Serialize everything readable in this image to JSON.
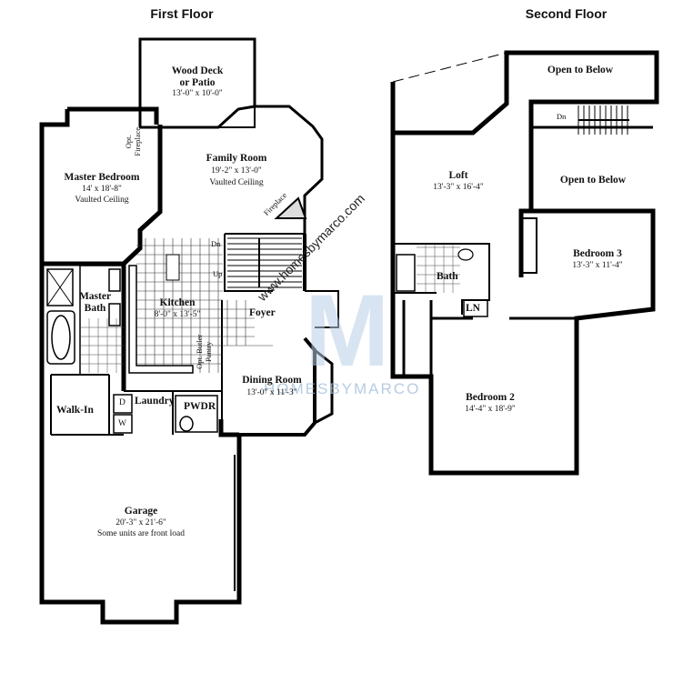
{
  "floors": {
    "first": {
      "title": "First Floor"
    },
    "second": {
      "title": "Second Floor"
    }
  },
  "first_floor_rooms": {
    "wood_deck": {
      "name": "Wood Deck\nor Patio",
      "name_line1": "Wood Deck",
      "name_line2": "or Patio",
      "dims": "13'-0\" x 10'-0\""
    },
    "family_room": {
      "name": "Family Room",
      "dims": "19'-2\" x 13'-0\"",
      "note": "Vaulted Ceiling"
    },
    "master_bedroom": {
      "name": "Master Bedroom",
      "dims": "14' x 18'-8\"",
      "note": "Vaulted Ceiling"
    },
    "master_bath": {
      "name_line1": "Master",
      "name_line2": "Bath"
    },
    "kitchen": {
      "name": "Kitchen",
      "dims": "8'-0\" x 13'-5\""
    },
    "foyer": {
      "name": "Foyer"
    },
    "dining_room": {
      "name": "Dining Room",
      "dims": "13'-0\" x 11'-3\""
    },
    "walk_in": {
      "name": "Walk-In"
    },
    "laundry": {
      "name": "Laundry",
      "washer": "W",
      "dryer": "D"
    },
    "powder": {
      "name": "PWDR"
    },
    "garage": {
      "name": "Garage",
      "dims": "20'-3\" x 21'-6\"",
      "note": "Some units are front load"
    }
  },
  "first_floor_labels": {
    "opt_fireplace": "Opt.\nFireplace",
    "opt_fireplace_l1": "Opt.",
    "opt_fireplace_l2": "Fireplace",
    "fireplace": "Fireplace",
    "stairs_down": "Dn",
    "stairs_up": "Up",
    "butler_pantry_l1": "Opt. Butler",
    "butler_pantry_l2": "Pantry"
  },
  "second_floor_rooms": {
    "open_to_below_top": {
      "name": "Open to Below"
    },
    "open_to_below_mid": {
      "name": "Open to Below"
    },
    "loft": {
      "name": "Loft",
      "dims": "13'-3\" x 16'-4\""
    },
    "bedroom3": {
      "name": "Bedroom 3",
      "dims": "13'-3\" x 11'-4\""
    },
    "bath": {
      "name": "Bath"
    },
    "linen": {
      "name": "LN"
    },
    "bedroom2": {
      "name": "Bedroom 2",
      "dims": "14'-4\" x 18'-9\""
    }
  },
  "second_floor_labels": {
    "stairs_down": "Dn"
  },
  "watermark": {
    "logo_letter": "M",
    "brand": "HOMESBYMARCO",
    "url": "www.homesbymarco.com"
  },
  "colors": {
    "wall": "#000000",
    "watermark": "#b9cfe6",
    "background": "#ffffff"
  }
}
